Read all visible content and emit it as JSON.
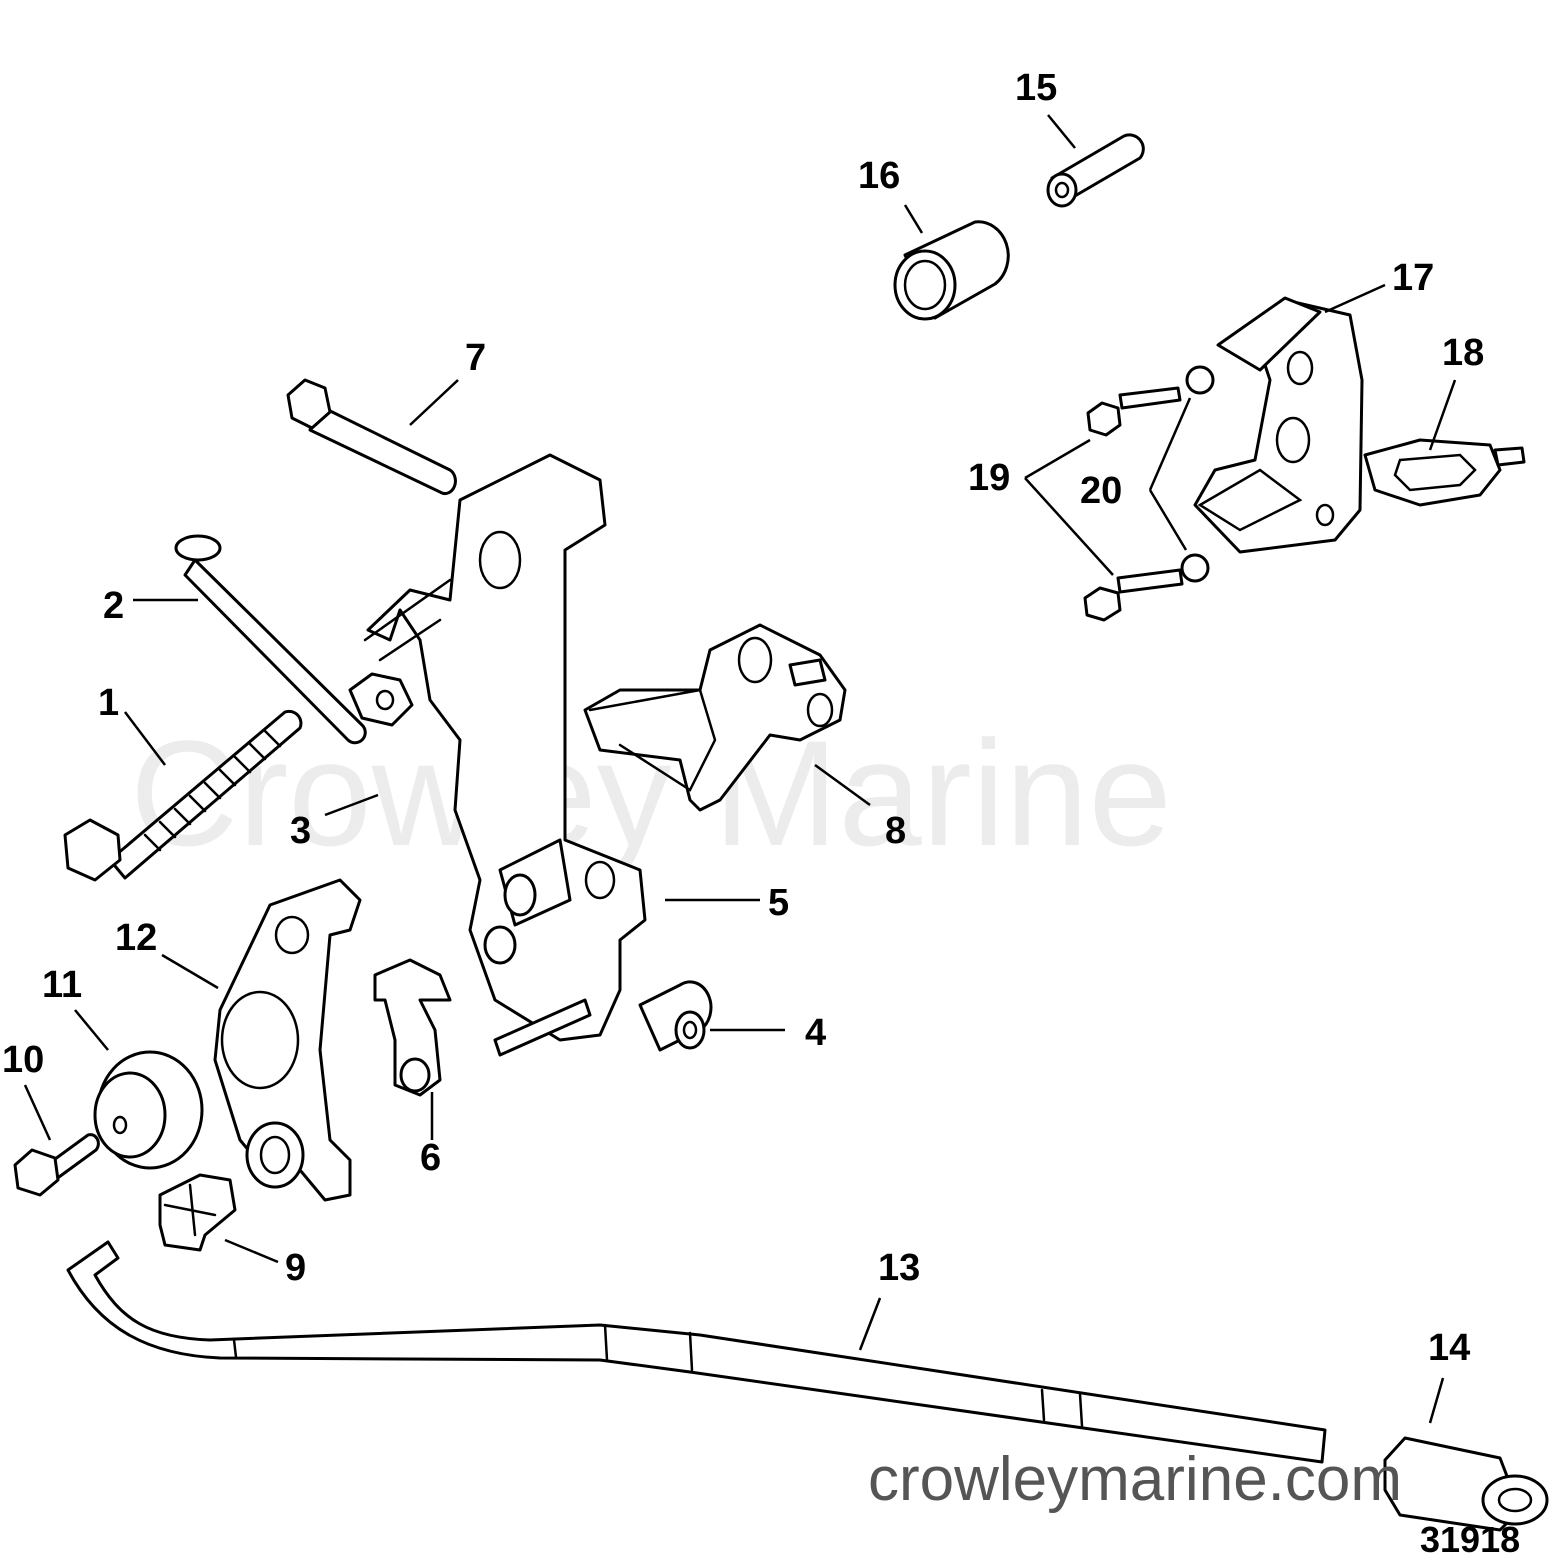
{
  "watermark": "Crowley Marine",
  "watermark_url": "crowleymarine.com",
  "drawing_number": "31918",
  "callouts": [
    "1",
    "2",
    "3",
    "4",
    "5",
    "6",
    "7",
    "8",
    "9",
    "10",
    "11",
    "12",
    "13",
    "14",
    "15",
    "16",
    "17",
    "18",
    "19",
    "20"
  ]
}
